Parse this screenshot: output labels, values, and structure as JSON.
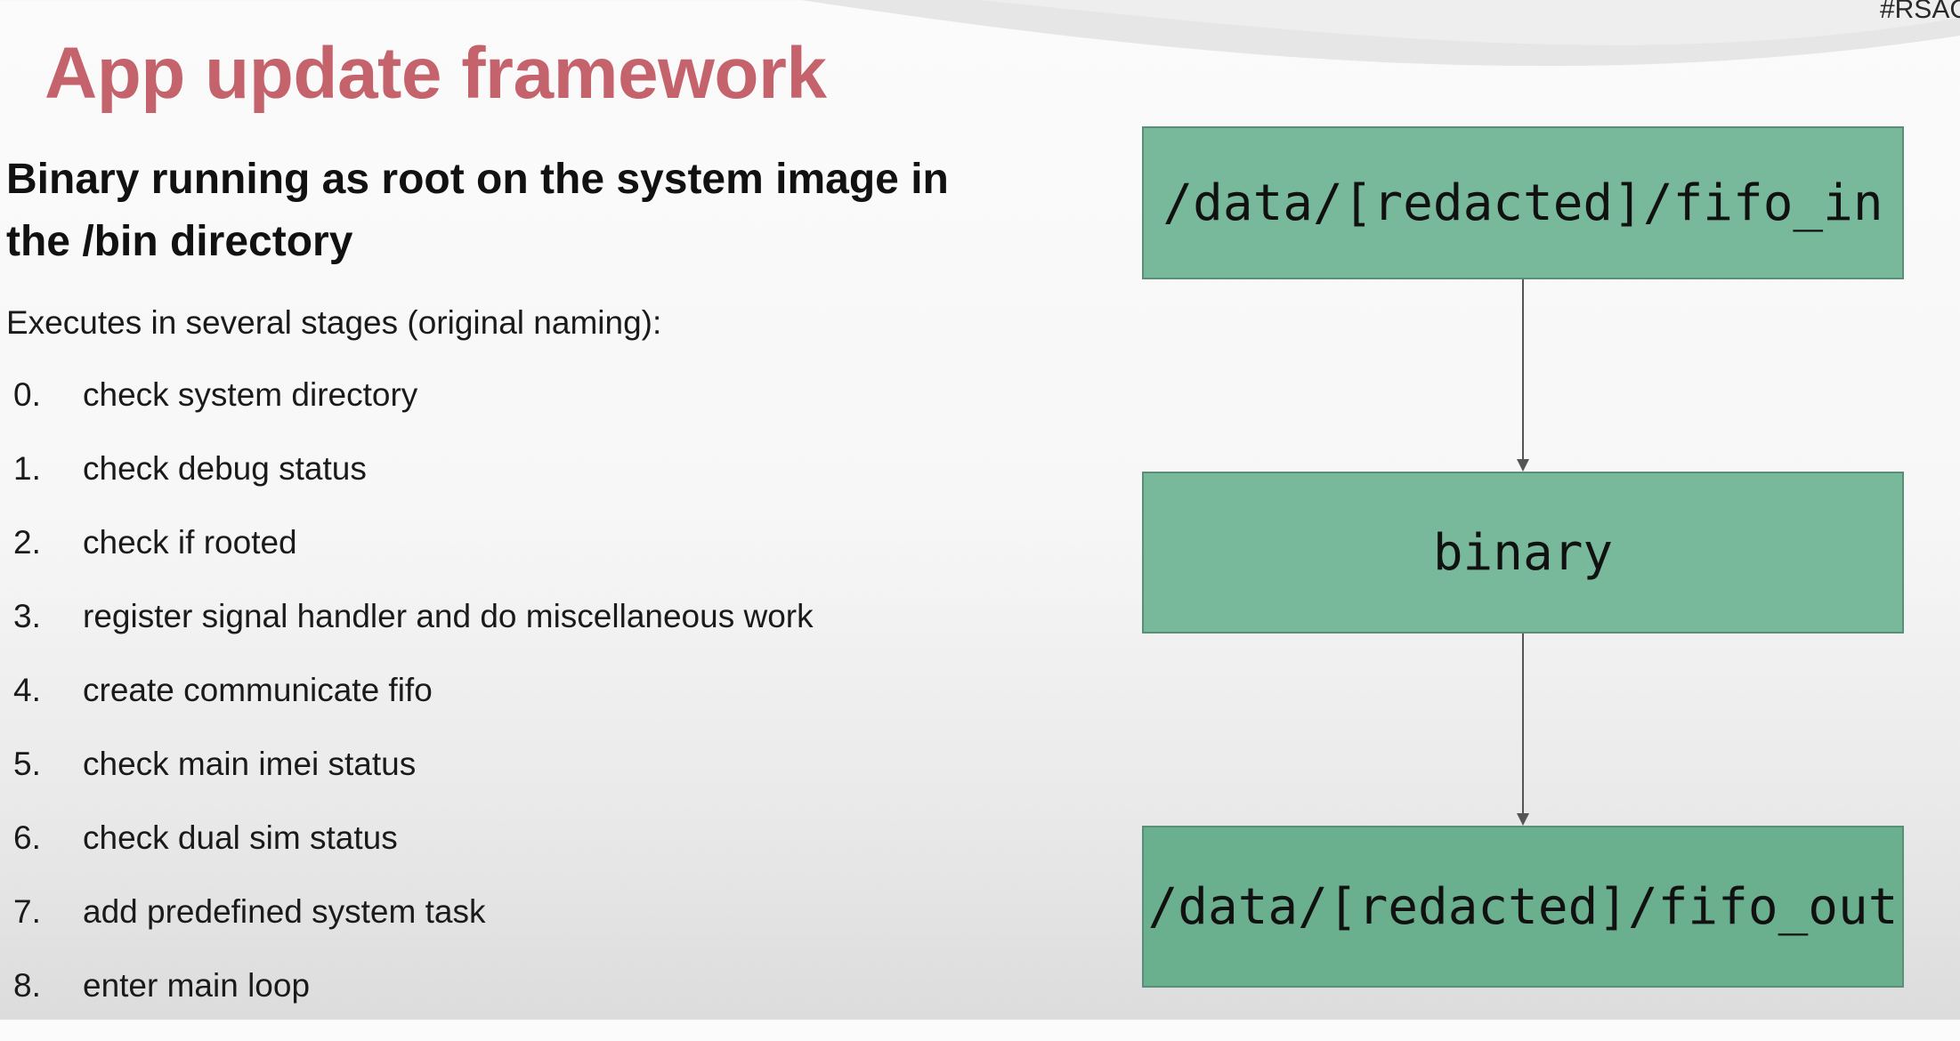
{
  "slide": {
    "hashtag": "#RSAC",
    "title": "App update framework",
    "subtitle": "Binary running as root on the system image in the /bin directory",
    "intro": "Executes in several stages (original naming):",
    "stages": [
      {
        "num": "0.",
        "label": "check system directory"
      },
      {
        "num": "1.",
        "label": "check debug status"
      },
      {
        "num": "2.",
        "label": "check if rooted"
      },
      {
        "num": "3.",
        "label": "register signal handler and do miscellaneous work"
      },
      {
        "num": "4.",
        "label": "create communicate fifo"
      },
      {
        "num": "5.",
        "label": "check main imei status"
      },
      {
        "num": "6.",
        "label": "check dual sim status"
      },
      {
        "num": "7.",
        "label": "add predefined system task"
      },
      {
        "num": "8.",
        "label": "enter main loop"
      }
    ]
  },
  "diagram": {
    "fifo_in": "/data/[redacted]/fifo_in",
    "binary": "binary",
    "fifo_out": "/data/[redacted]/fifo_out"
  },
  "colors": {
    "title": "#c5636c",
    "box_fill": "#79b99b",
    "box_border": "#5a8f77",
    "arrow": "#555555"
  }
}
